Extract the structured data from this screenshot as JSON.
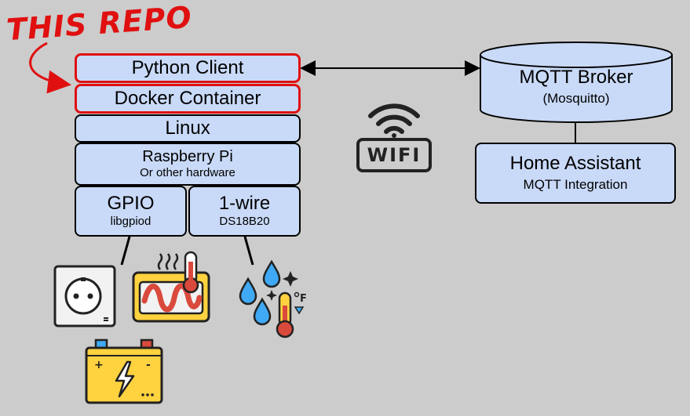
{
  "annotation": {
    "text": "THIS REPO"
  },
  "stack": {
    "python_client": "Python Client",
    "docker_container": "Docker Container",
    "linux": "Linux",
    "raspberry_pi": {
      "title": "Raspberry Pi",
      "subtitle": "Or other hardware"
    },
    "gpio": {
      "title": "GPIO",
      "subtitle": "libgpiod"
    },
    "onewire": {
      "title": "1-wire",
      "subtitle": "DS18B20"
    }
  },
  "broker": {
    "title": "MQTT Broker",
    "subtitle": "(Mosquitto)"
  },
  "home_assistant": {
    "title": "Home Assistant",
    "subtitle": "MQTT Integration"
  },
  "wifi": {
    "label": "WIFI"
  },
  "icons": [
    "power-socket-icon",
    "heater-icon",
    "temperature-humidity-icon",
    "battery-icon",
    "wifi-icon"
  ],
  "colors": {
    "box_fill": "#c9daf8",
    "highlight": "#e01010",
    "background": "#cccccc",
    "yellow": "#ffd23f"
  }
}
